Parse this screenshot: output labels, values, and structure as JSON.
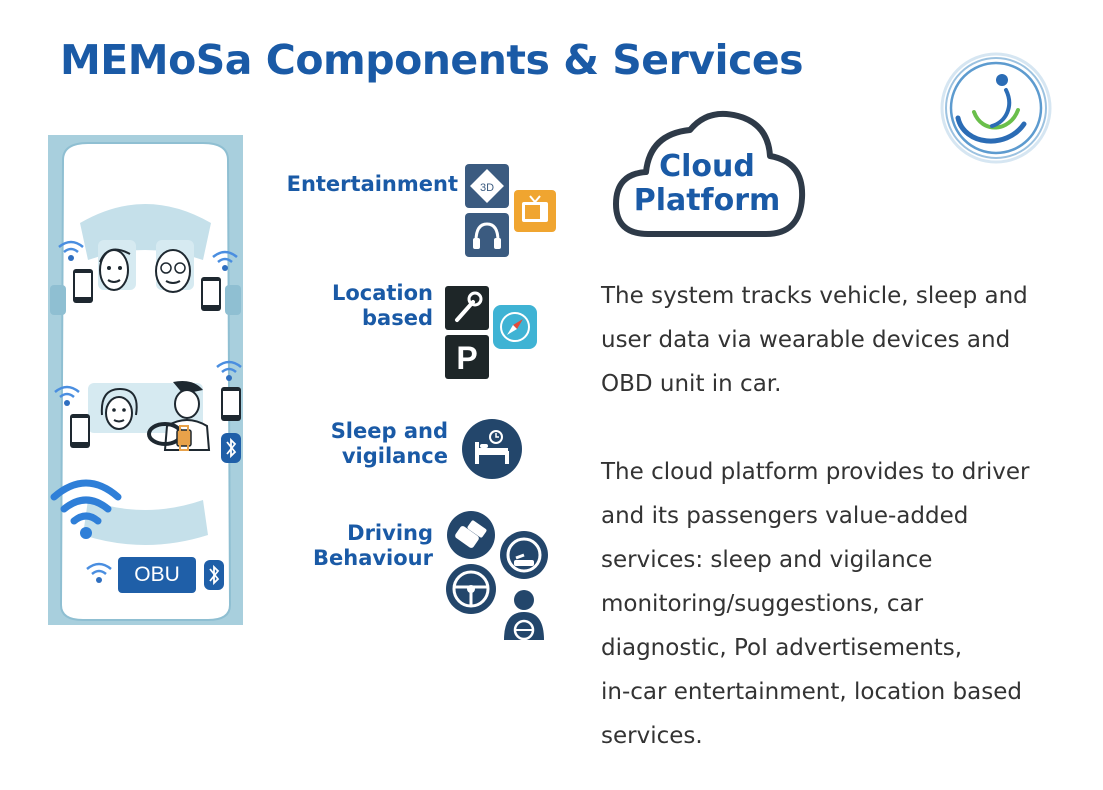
{
  "title": "MEMoSa Components & Services",
  "colors": {
    "brand_blue": "#1a5aa6",
    "icon_navy": "#23466b",
    "car_bg": "#a8cfdd",
    "wifi_blue": "#2f7fd8"
  },
  "car": {
    "obu_label": "OBU"
  },
  "categories": {
    "entertainment": {
      "label": "Entertainment",
      "icons": [
        "3d-icon",
        "tv-icon",
        "headphones-icon"
      ]
    },
    "location": {
      "line1": "Location",
      "line2": "based",
      "icons": [
        "wrench-icon",
        "compass-icon",
        "parking-icon"
      ],
      "parking_letter": "P"
    },
    "sleep": {
      "line1": "Sleep and",
      "line2": "vigilance",
      "icons": [
        "bed-clock-icon"
      ]
    },
    "driving": {
      "line1": "Driving",
      "line2": "Behaviour",
      "icons": [
        "seatbelt-icon",
        "speedometer-icon",
        "steering-wheel-icon",
        "driver-icon"
      ]
    }
  },
  "cloud": {
    "line1": "Cloud",
    "line2": "Platform"
  },
  "description": {
    "paragraph1": [
      "The system tracks vehicle, sleep and",
      "user data via wearable devices and",
      "OBD unit in car."
    ],
    "paragraph2": [
      "The cloud platform provides to driver",
      "and its passengers value-added",
      "services: sleep and vigilance",
      "monitoring/suggestions, car",
      "diagnostic, PoI advertisements,",
      "in-car entertainment, location based",
      "services."
    ]
  }
}
